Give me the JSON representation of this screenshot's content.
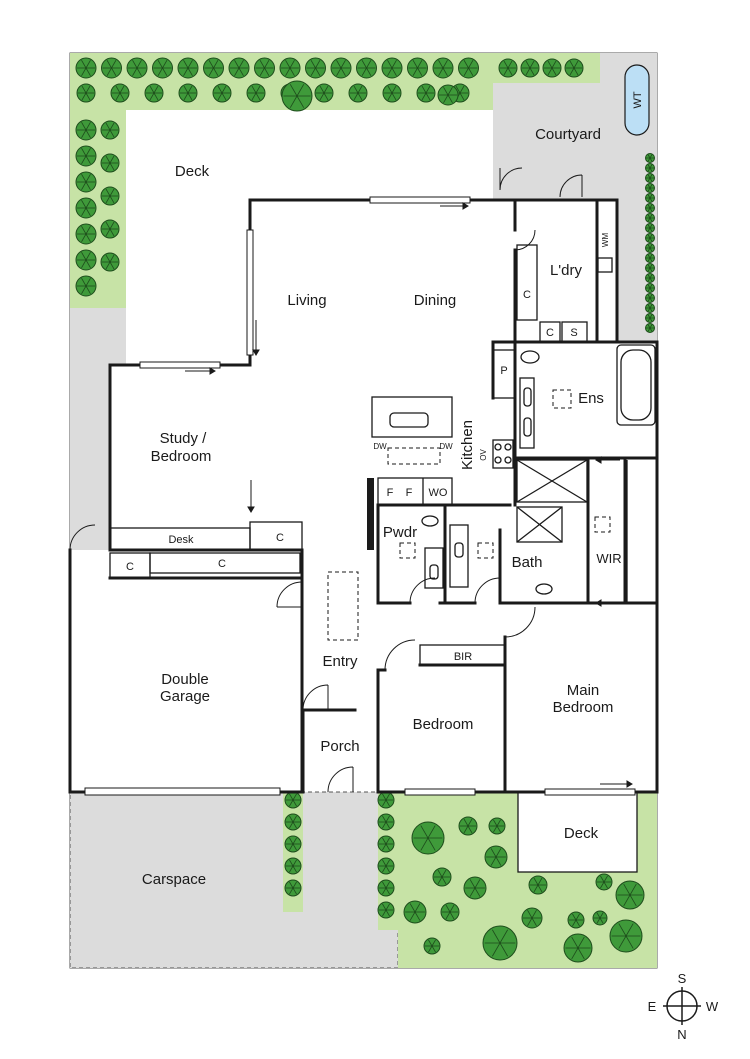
{
  "colors": {
    "lawn": "#c7e3a6",
    "paving": "#dcdcdc",
    "tree": "#3f9a3a",
    "tree_line": "#1e4d1c",
    "wall": "#1a1a1a",
    "water_tank": "#bcdff5"
  },
  "rooms": {
    "deck_rear": "Deck",
    "courtyard": "Courtyard",
    "water_tank": "WT",
    "living": "Living",
    "dining": "Dining",
    "laundry": "L'dry",
    "washing_machine": "WM",
    "laundry_cupboard": "C",
    "cupboard_small": "C",
    "sink": "S",
    "pantry": "P",
    "ensuite": "Ens",
    "kitchen": "Kitchen",
    "dishwasher_left": "DW",
    "dishwasher_right": "DW",
    "oven": "OV",
    "study_line1": "Study /",
    "study_line2": "Bedroom",
    "desk": "Desk",
    "study_cupboard": "C",
    "garage_cupboard_left": "C",
    "garage_cupboard_right": "C",
    "fridge_1": "F",
    "fridge_2": "F",
    "wall_oven": "WO",
    "powder": "Pwdr",
    "bath": "Bath",
    "walk_in_robe": "WIR",
    "built_in_robe": "BIR",
    "entry": "Entry",
    "garage_line1": "Double",
    "garage_line2": "Garage",
    "porch": "Porch",
    "bedroom": "Bedroom",
    "main_bedroom_line1": "Main",
    "main_bedroom_line2": "Bedroom",
    "deck_front": "Deck",
    "carspace": "Carspace"
  },
  "compass": {
    "top": "S",
    "left": "E",
    "right": "W",
    "bottom": "N"
  }
}
